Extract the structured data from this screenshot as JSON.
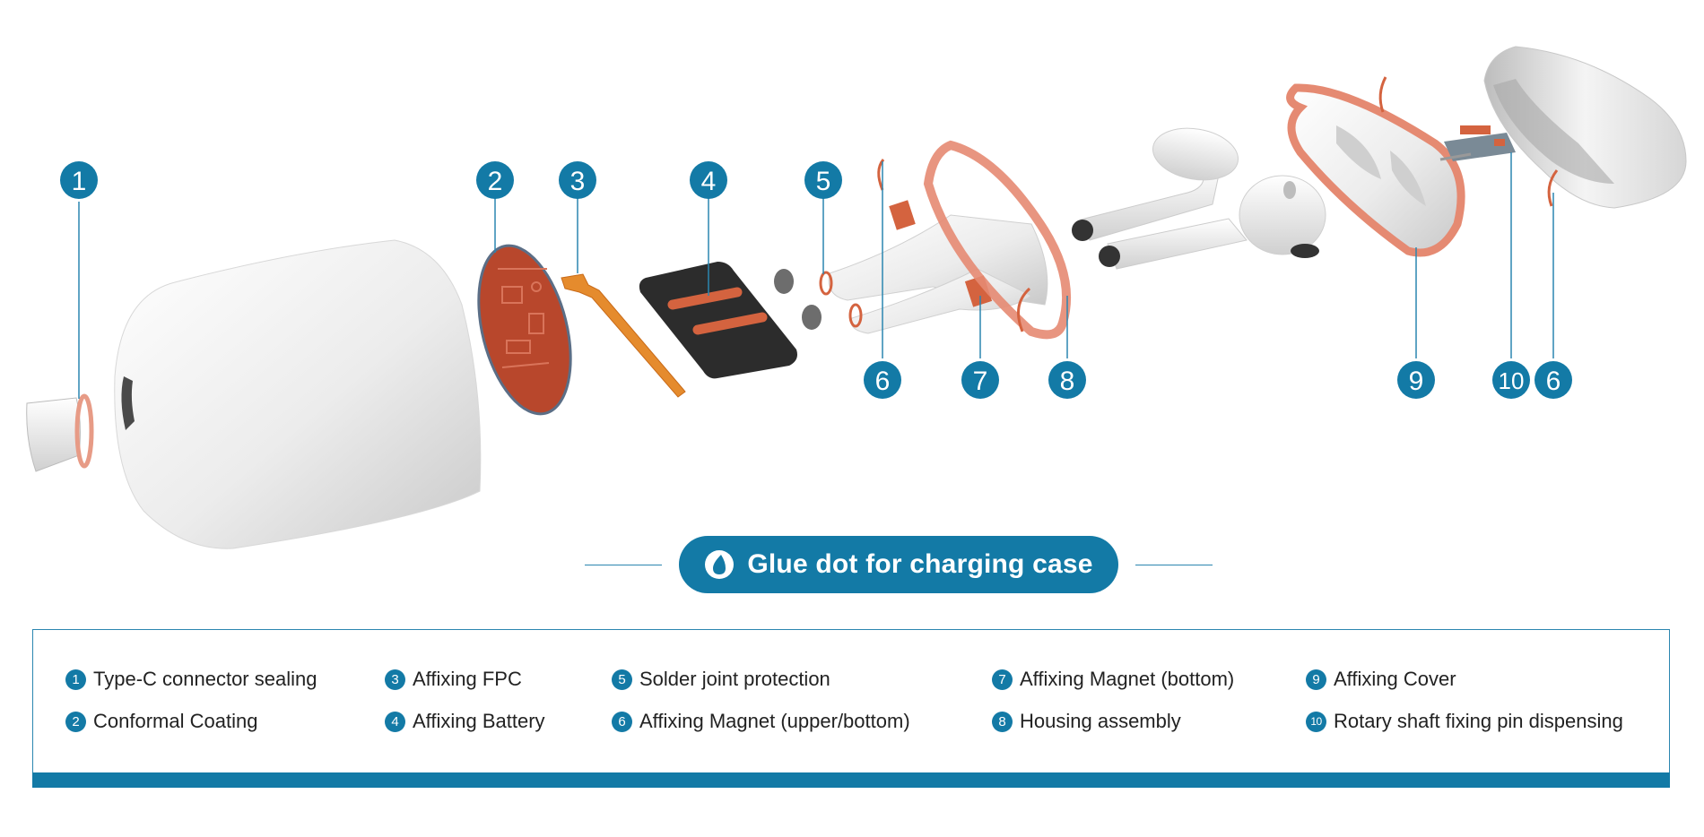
{
  "title": "Glue dot for charging case",
  "colors": {
    "accent": "#137aa6",
    "glue": "#d4633f",
    "glue_light": "#e9a08a",
    "case": "#f2f2f2"
  },
  "callouts": [
    "1",
    "2",
    "3",
    "4",
    "5",
    "6",
    "7",
    "8",
    "9",
    "10",
    "6"
  ],
  "legend": [
    {
      "num": "1",
      "label": "Type-C connector sealing"
    },
    {
      "num": "2",
      "label": "Conformal Coating"
    },
    {
      "num": "3",
      "label": "Affixing FPC"
    },
    {
      "num": "4",
      "label": "Affixing Battery"
    },
    {
      "num": "5",
      "label": "Solder joint protection"
    },
    {
      "num": "6",
      "label": "Affixing Magnet (upper/bottom)"
    },
    {
      "num": "7",
      "label": "Affixing Magnet (bottom)"
    },
    {
      "num": "8",
      "label": "Housing assembly"
    },
    {
      "num": "9",
      "label": "Affixing Cover"
    },
    {
      "num": "10",
      "label": "Rotary shaft fixing pin dispensing"
    }
  ],
  "icons": {
    "title": "glue-drop-icon"
  }
}
